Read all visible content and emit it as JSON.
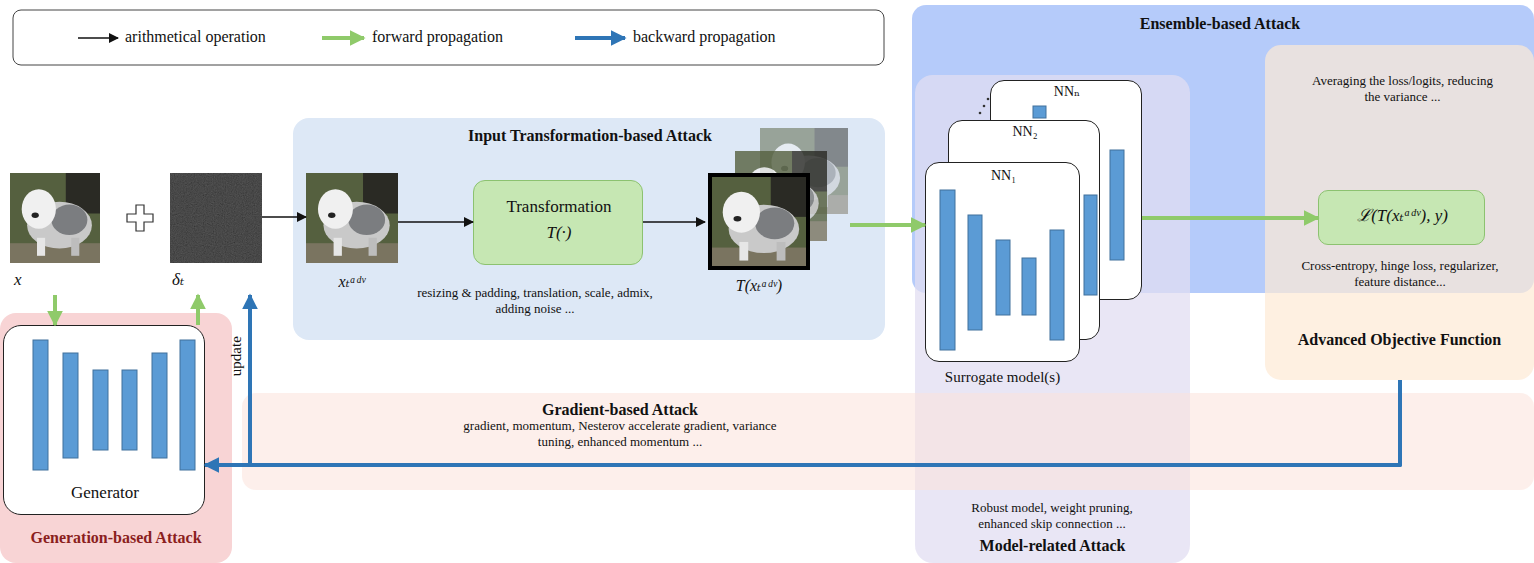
{
  "diagram": {
    "nodes": [
      {
        "text": [
          "Ensemble-based Attack",
          "Averaging the loss/logits, reducing the variance ..."
        ]
      },
      {
        "text": [
          "x"
        ]
      },
      {
        "text": [
          "δₜ"
        ]
      },
      {
        "text": [
          "Input Transformation-based Attack",
          "resizing & padding, translation, scale, admix, adding noise ..."
        ]
      },
      {
        "text": [
          "xₜᵃᵈᵛ"
        ],
        "in": 3
      },
      {
        "text": [
          "Transformation",
          "T(·)"
        ],
        "in": 3
      },
      {
        "text": [
          "T(xₜᵃᵈᵛ)"
        ],
        "in": 3
      },
      {
        "text": [
          "Surrogate model(s)",
          "Robust model, weight pruning, enhanced skip connection ...",
          "Model-related Attack"
        ]
      },
      {
        "text": [
          "NNₙ"
        ],
        "in": 7
      },
      {
        "text": [
          "NN₂"
        ],
        "in": 7
      },
      {
        "text": [
          "NN₁"
        ],
        "in": 7
      },
      {
        "text": [
          "Cross-entropy, hinge loss, regularizer, feature distance...",
          "Advanced Objective Function"
        ]
      },
      {
        "text": [
          "ℒ(T(xₜᵃᵈᵛ), y)"
        ],
        "in": 11
      },
      {
        "text": [
          "Generation-based Attack"
        ]
      },
      {
        "text": [
          "Generator"
        ],
        "in": 13
      },
      {
        "text": [
          "Gradient-based Attack",
          "gradient, momentum, Nesterov accelerate gradient, variance tuning, enhanced momentum ..."
        ]
      }
    ],
    "edges": [
      {
        "from": 1,
        "to": 14,
        "arrow": "to"
      },
      {
        "from": 14,
        "to": 2,
        "arrow": "to"
      },
      {
        "from": 2,
        "to": 4,
        "arrow": "to"
      },
      {
        "from": 4,
        "to": 5,
        "arrow": "to"
      },
      {
        "from": 5,
        "to": 6,
        "arrow": "to"
      },
      {
        "from": 6,
        "to": 10,
        "arrow": "to"
      },
      {
        "from": 8,
        "to": 12,
        "arrow": "to"
      },
      {
        "from": 11,
        "to": 14,
        "arrow": "to"
      },
      {
        "from": 11,
        "to": 2,
        "arrow": "to"
      }
    ],
    "labels": [
      "update"
    ],
    "legend": [
      {
        "text": "arithmetical operation"
      },
      {
        "text": "forward propagation"
      },
      {
        "text": "backward propagation"
      }
    ]
  }
}
